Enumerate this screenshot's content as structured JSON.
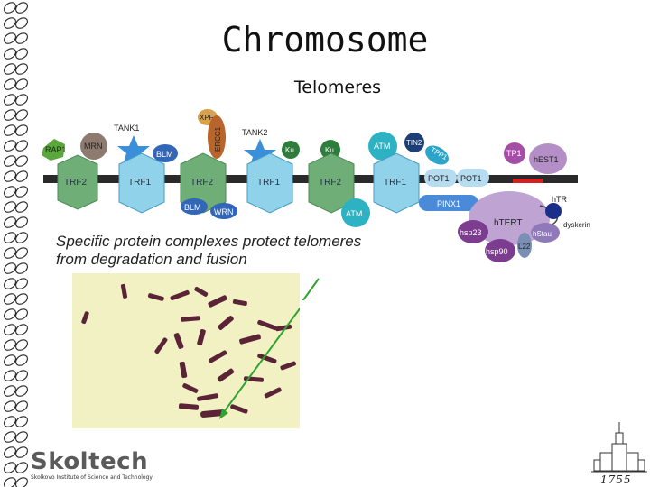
{
  "slide": {
    "title": "Chromosome",
    "subtitle": "Telomeres",
    "caption_line1": "Specific protein complexes protect telomeres",
    "caption_line2": "from degradation and fusion"
  },
  "diagram": {
    "labels": {
      "rap1": "RAP1",
      "mrn": "MRN",
      "tank1": "TANK1",
      "blm_top": "BLM",
      "xpf": "XPF",
      "ercc1": "ERCC1",
      "tank2": "TANK2",
      "ku1": "Ku",
      "ku2": "Ku",
      "atm_top": "ATM",
      "tin2": "TIN2",
      "tpp1": "TPP1",
      "tp1": "TP1",
      "hest1": "hEST1",
      "trf2_1": "TRF2",
      "trf1_1": "TRF1",
      "trf2_2": "TRF2",
      "trf1_2": "TRF1",
      "trf2_3": "TRF2",
      "trf1_3": "TRF1",
      "pot1a": "POT1",
      "pot1b": "POT1",
      "blm_bottom": "BLM",
      "wrn": "WRN",
      "atm_bottom": "ATM",
      "pinx1": "PINX1",
      "htr": "hTR",
      "htert": "hTERT",
      "dyskerin": "dyskerin",
      "hsp23": "hsp23",
      "hstau": "hStau",
      "l22": "L22",
      "hsp90": "hsp90"
    }
  },
  "logo": {
    "name": "Skoltech",
    "tagline": "Skolkovo Institute of Science and Technology"
  },
  "emblem": {
    "year": "1755"
  }
}
